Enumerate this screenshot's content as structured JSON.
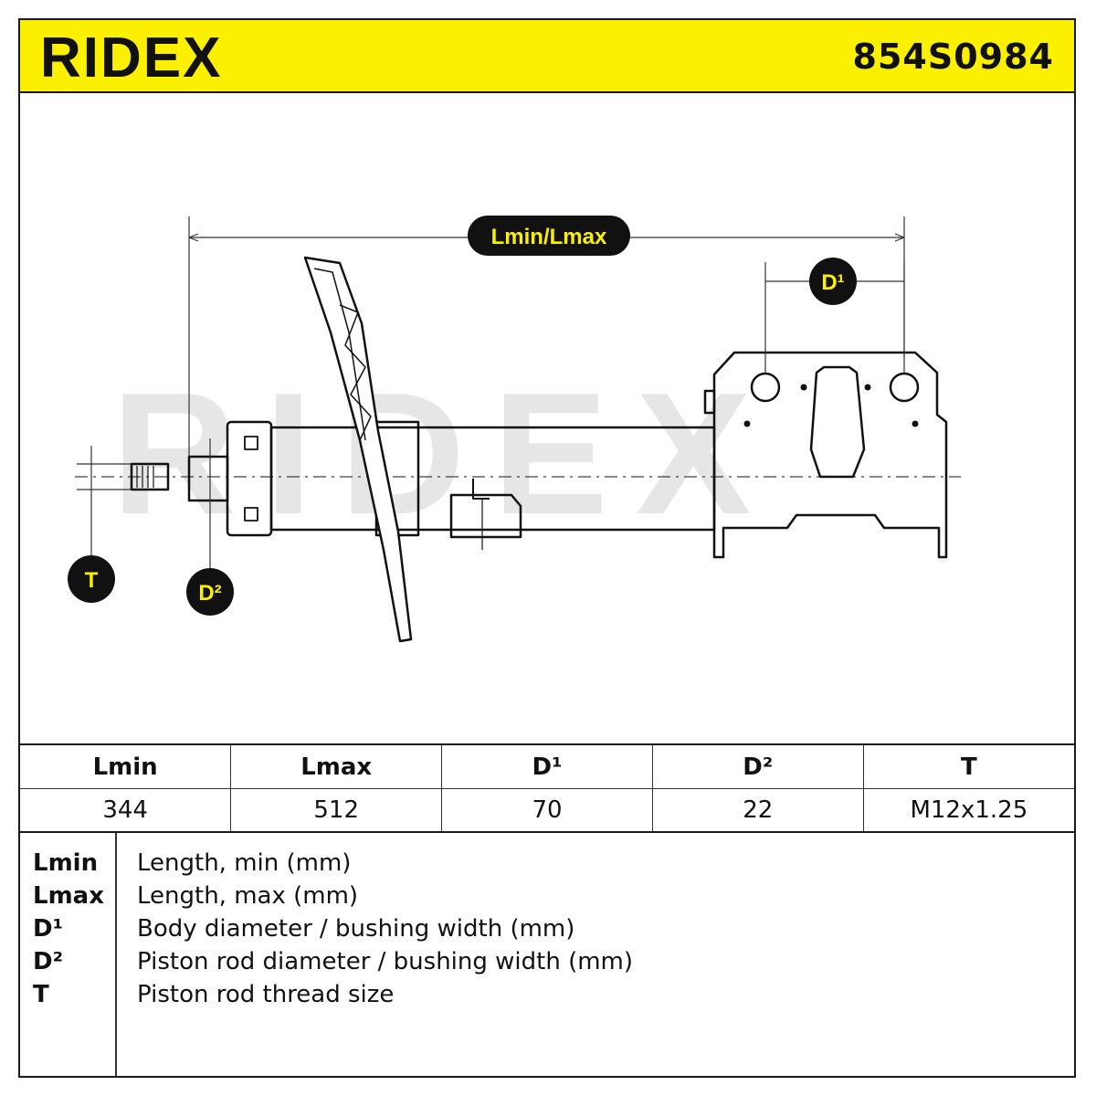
{
  "brand": "RIDEX",
  "part_number": "854S0984",
  "watermark": "RIDEX",
  "colors": {
    "accent": "#fbf000",
    "ink": "#1a1a1a",
    "watermark": "#e6e6e6"
  },
  "drawing": {
    "labels": {
      "length": "Lmin/Lmax",
      "d1": "D¹",
      "d2": "D²",
      "t": "T"
    }
  },
  "specs": {
    "headers": [
      "Lmin",
      "Lmax",
      "D¹",
      "D²",
      "T"
    ],
    "values": [
      "344",
      "512",
      "70",
      "22",
      "M12x1.25"
    ]
  },
  "legend": [
    {
      "key": "Lmin",
      "desc": "Length, min (mm)"
    },
    {
      "key": "Lmax",
      "desc": "Length, max (mm)"
    },
    {
      "key": "D¹",
      "desc": "Body diameter / bushing width (mm)"
    },
    {
      "key": "D²",
      "desc": "Piston rod diameter / bushing width (mm)"
    },
    {
      "key": "T",
      "desc": "Piston rod thread size"
    }
  ]
}
